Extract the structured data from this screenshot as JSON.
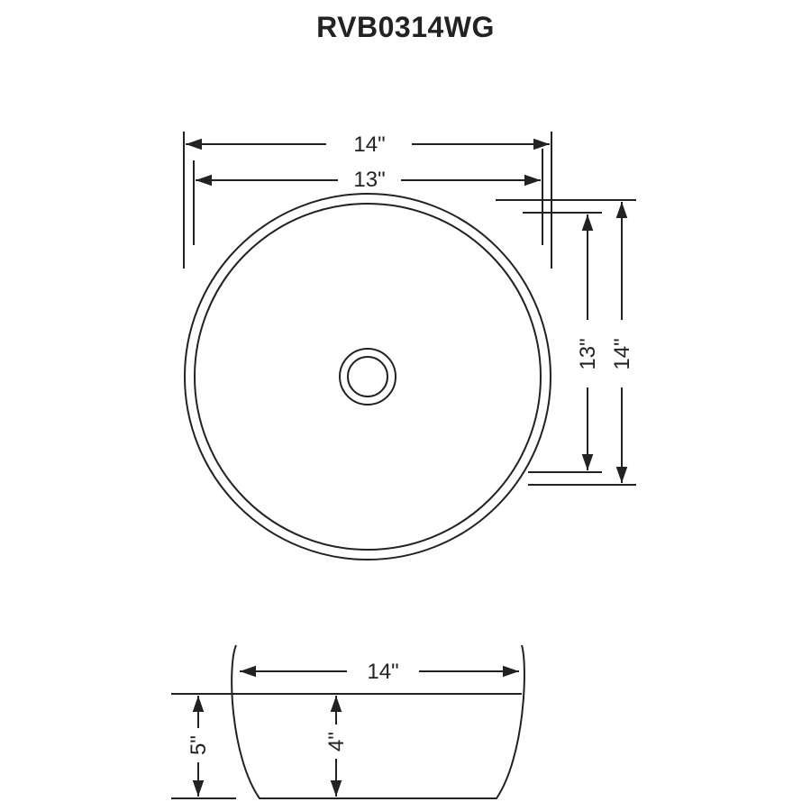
{
  "title": "RVB0314WG",
  "top_view": {
    "outer_width": "14\"",
    "inner_width": "13\"",
    "inner_depth": "13\"",
    "outer_depth": "14\""
  },
  "side_view": {
    "width": "14\"",
    "outer_height": "5\"",
    "inner_height": "4\""
  }
}
